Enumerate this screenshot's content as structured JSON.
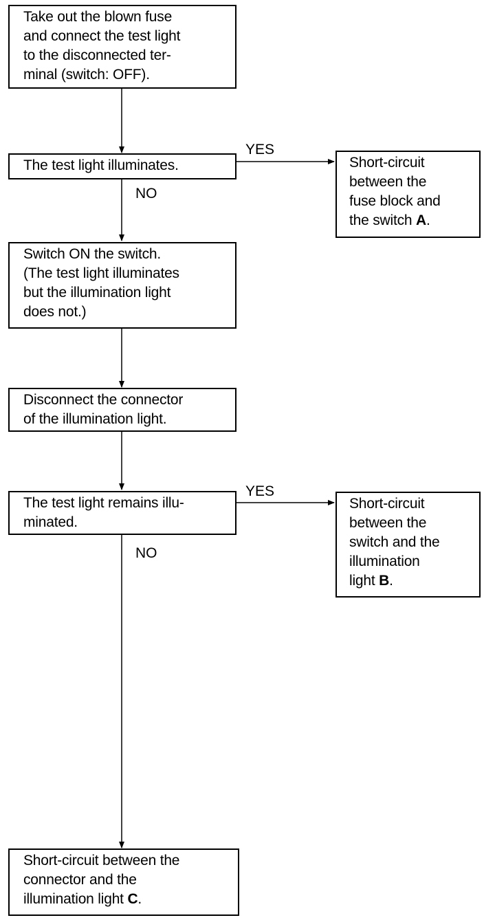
{
  "steps": {
    "s1": "Take out the blown fuse\nand connect the test light\nto the disconnected ter-\nminal (switch: OFF).",
    "s2": "The test light illuminates.",
    "s3": "Switch ON the switch.\n(The test light illuminates\nbut the illumination light\ndoes not.)",
    "s4": "Disconnect the connector\nof the illumination light.",
    "s5": "The test light remains illu-\nminated.",
    "s6_text": "Short-circuit between the\nconnector and the\nillumination light ",
    "s6_mark": "C",
    "s6_end": "."
  },
  "results": {
    "a_text": "Short-circuit\nbetween the\nfuse block and\nthe switch ",
    "a_mark": "A",
    "a_end": ".",
    "b_text": "Short-circuit\nbetween the\nswitch and the\nillumination\nlight ",
    "b_mark": "B",
    "b_end": "."
  },
  "labels": {
    "yes1": "YES",
    "no1": "NO",
    "yes2": "YES",
    "no2": "NO"
  }
}
